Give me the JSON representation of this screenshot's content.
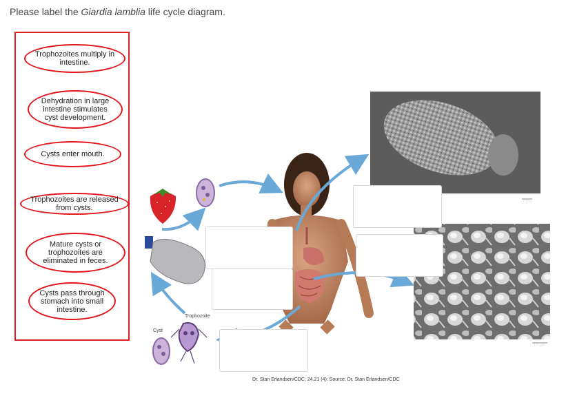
{
  "prompt": {
    "before": "Please label the ",
    "italic": "Giardia lamblia",
    "after": " life cycle diagram."
  },
  "labels": [
    "Trophozoites multiply in intestine.",
    "Dehydration in large intestine stimulates cyst development.",
    "Cysts enter mouth.",
    "Trophozoites are released from cysts.",
    "Mature cysts or trophozoites are eliminated in feces.",
    "Cysts pass through stomach into small intestine."
  ],
  "figure": {
    "trophozoite_label": "Trophozoite",
    "cyst_label": "Cyst",
    "scale_top": "1 µm",
    "scale_bottom": "10 µm",
    "credit": "Dr. Stan Erlandsen/CDC; 24.21 (4): Source: Dr. Stan Erlandsen/CDC"
  },
  "colors": {
    "label_border": "#e3141b",
    "arrow": "#6aa8d8"
  }
}
